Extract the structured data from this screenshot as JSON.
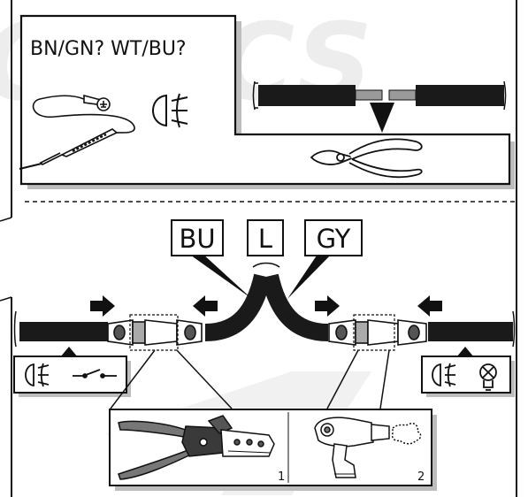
{
  "watermark": {
    "text": "ONICS"
  },
  "top_panel": {
    "question": "BN/GN? WT/BU?"
  },
  "wire_labels": [
    {
      "text": "BU"
    },
    {
      "text": "L"
    },
    {
      "text": "GY"
    }
  ],
  "steps": [
    {
      "number": "1",
      "tool": "crimping-pliers"
    },
    {
      "number": "2",
      "tool": "heat-gun"
    }
  ],
  "icons": {
    "left_box": [
      "fog-light-icon",
      "switch-icon"
    ],
    "right_box": [
      "fog-light-icon",
      "lamp-icon"
    ],
    "top": [
      "voltage-tester-icon",
      "fog-light-icon",
      "side-cutter-icon"
    ]
  },
  "colors": {
    "ink": "#111111",
    "cable": "#1a1a1a",
    "shadow": "#bdbdbd",
    "watermark": "#ececec"
  }
}
